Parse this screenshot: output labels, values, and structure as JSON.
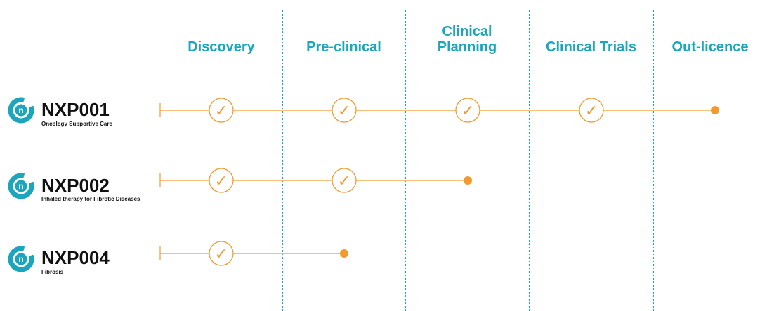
{
  "stages": [
    {
      "id": "discovery",
      "label": "Discovery"
    },
    {
      "id": "pre-clinical",
      "label": "Pre-clinical"
    },
    {
      "id": "clinical-planning",
      "label": "Clinical\nPlanning"
    },
    {
      "id": "clinical-trials",
      "label": "Clinical Trials"
    },
    {
      "id": "out-licence",
      "label": "Out-licence"
    }
  ],
  "products": [
    {
      "code": "NXP001",
      "description": "Oncology Supportive Care",
      "completed_stages": 4
    },
    {
      "code": "NXP002",
      "description": "Inhaled therapy for Fibrotic Diseases",
      "completed_stages": 2
    },
    {
      "code": "NXP004",
      "description": "Fibrosis",
      "completed_stages": 1
    }
  ],
  "logo_letter": "n",
  "colors": {
    "stage_text": "#1ba6bd",
    "logo": "#1ba6bd",
    "progress": "#f29a2e",
    "text": "#111111"
  },
  "icons": {
    "milestone": "check-circle-icon",
    "current": "dot-icon",
    "start": "start-tick-icon",
    "logo": "nexalin-logo-icon"
  }
}
